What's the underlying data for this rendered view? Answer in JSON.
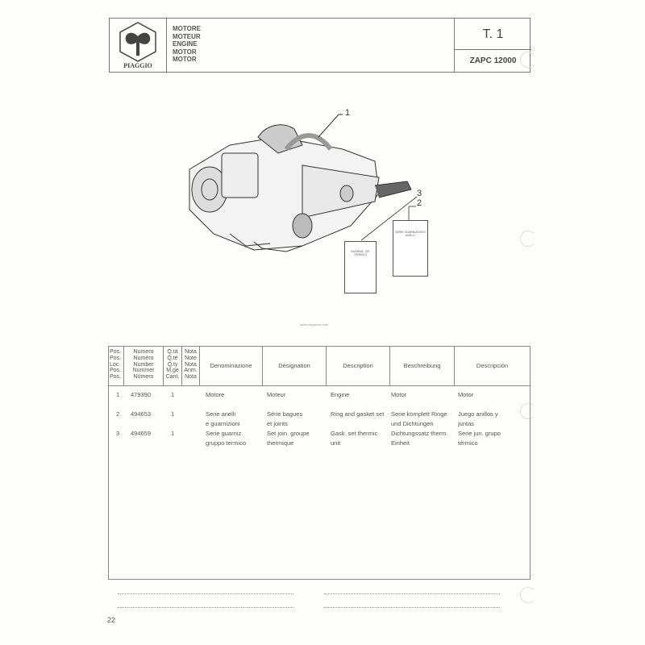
{
  "header": {
    "brand": "PIAGGIO",
    "titles": [
      "MOTORE",
      "MOTEUR",
      "ENGINE",
      "MOTOR",
      "MOTOR"
    ],
    "table_number": "T. 1",
    "code": "ZAPC 12000"
  },
  "figure": {
    "callouts": [
      "1",
      "3",
      "2"
    ],
    "card_3_text": "GUARNIZ. GR. TERMICO",
    "card_2_text": "SERIE GUARNIZIONI E ANELLI",
    "watermark": "www.vespadoc.com"
  },
  "table": {
    "headers": {
      "pos": [
        "Pos.",
        "Pos.",
        "Loc.",
        "Pos.",
        "Pos."
      ],
      "numero": [
        "Numero",
        "Numéro",
        "Number",
        "Nummer",
        "Número"
      ],
      "qty": [
        "Q.tà",
        "Q.té",
        "Q.ty",
        "M.ge",
        "Cant."
      ],
      "nota": [
        "Nota",
        "Note",
        "Nota",
        "Anm.",
        "Nota"
      ],
      "denominazione": "Denominazione",
      "designation": "Désignation",
      "description": "Description",
      "beschreibung": "Beschreibung",
      "descripcion": "Descripción"
    },
    "rows": [
      {
        "pos": "1",
        "numero": "479390",
        "qty": "1",
        "nota": "",
        "it": [
          "Motore"
        ],
        "fr": [
          "Moteur"
        ],
        "en": [
          "Engine"
        ],
        "de": [
          "Motor"
        ],
        "es": [
          "Motor"
        ]
      },
      {
        "pos": "2",
        "numero": "494653",
        "qty": "1",
        "nota": "",
        "it": [
          "Serie anelli",
          "e guarnizioni"
        ],
        "fr": [
          "Série bagues",
          "et joints"
        ],
        "en": [
          "Ring and gasket set"
        ],
        "de": [
          "Serie komplett Ringe",
          " und Dichtungen"
        ],
        "es": [
          "Juego anillos y",
          "juntas"
        ]
      },
      {
        "pos": "3",
        "numero": "494659",
        "qty": "1",
        "nota": "",
        "it": [
          "Serie guarniz.",
          "gruppo termico"
        ],
        "fr": [
          "Set join. groupe",
          "thermique"
        ],
        "en": [
          "Gask. set thermic",
          "unit"
        ],
        "de": [
          "Dichtungssatz therm.",
          "Einheit"
        ],
        "es": [
          "Serie jun. grupo",
          "térmico"
        ]
      }
    ]
  },
  "footer": {
    "page_number": "22"
  }
}
